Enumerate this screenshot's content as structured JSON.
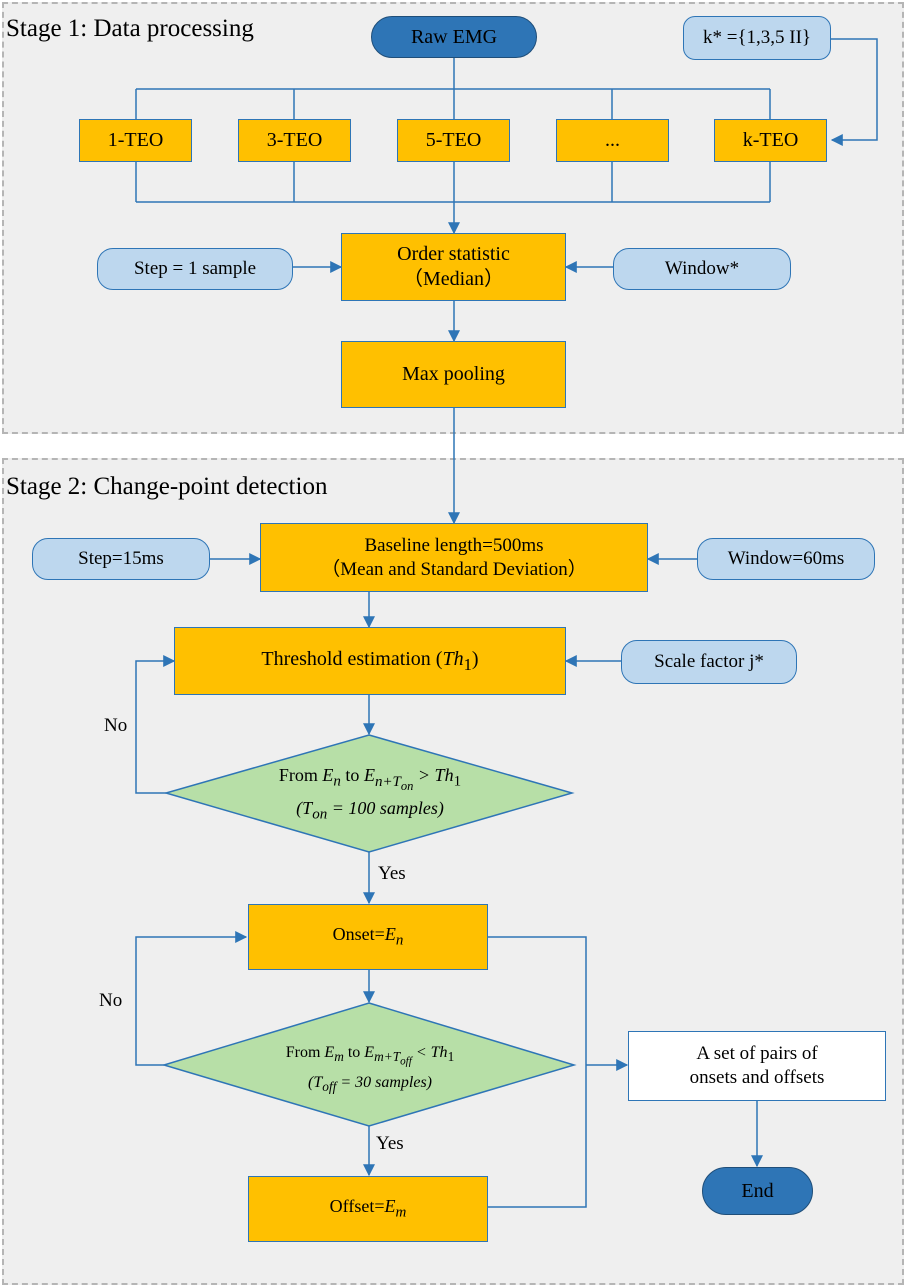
{
  "stage1": {
    "title": "Stage 1: Data processing",
    "raw_emg": "Raw EMG",
    "k_set": "k* ={1,3,5 II}",
    "teo_boxes": [
      "1-TEO",
      "3-TEO",
      "5-TEO",
      "...",
      "k-TEO"
    ],
    "order_statistic": {
      "line1": "Order statistic",
      "line2": "（Median）"
    },
    "step": "Step = 1 sample",
    "window": "Window*",
    "max_pooling": "Max pooling"
  },
  "stage2": {
    "title": "Stage 2: Change-point detection",
    "baseline": {
      "line1": "Baseline length=500ms",
      "line2": "（Mean and Standard Deviation）"
    },
    "step": "Step=15ms",
    "window": "Window=60ms",
    "threshold": {
      "text": "Threshold estimation (",
      "sym": "Th",
      "sub": "1",
      "close": ")"
    },
    "scale_factor": "Scale factor j*",
    "decision1": {
      "from": "From",
      "en": "E",
      "en_sub": "n",
      "to": "to",
      "en2_sub": "n+T",
      "en2_subsub": "on",
      "gt": "> Th",
      "th_sub": "1",
      "line2_open": "(T",
      "line2_sub": "on",
      "line2_rest": " = 100 samples)"
    },
    "no1": "No",
    "yes1": "Yes",
    "onset": {
      "label": "Onset=",
      "sym": "E",
      "sub": "n"
    },
    "decision2": {
      "from": "From",
      "em": "E",
      "em_sub": "m",
      "to": "to",
      "em2_sub": "m+T",
      "em2_subsub": "off",
      "lt": "< Th",
      "th_sub": "1",
      "line2_open": "(T",
      "line2_sub": "off",
      "line2_rest": " = 30 samples)"
    },
    "no2": "No",
    "yes2": "Yes",
    "offset": {
      "label": "Offset=",
      "sym": "E",
      "sub": "m"
    },
    "pairs": {
      "line1": "A set of pairs of",
      "line2": "onsets and offsets"
    },
    "end": "End"
  },
  "colors": {
    "process": "#ffc000",
    "param": "#bdd7ee",
    "terminal": "#2e75b6",
    "decision": "#b7dfa7",
    "line": "#2e75b6",
    "stage_bg": "#efefef"
  }
}
